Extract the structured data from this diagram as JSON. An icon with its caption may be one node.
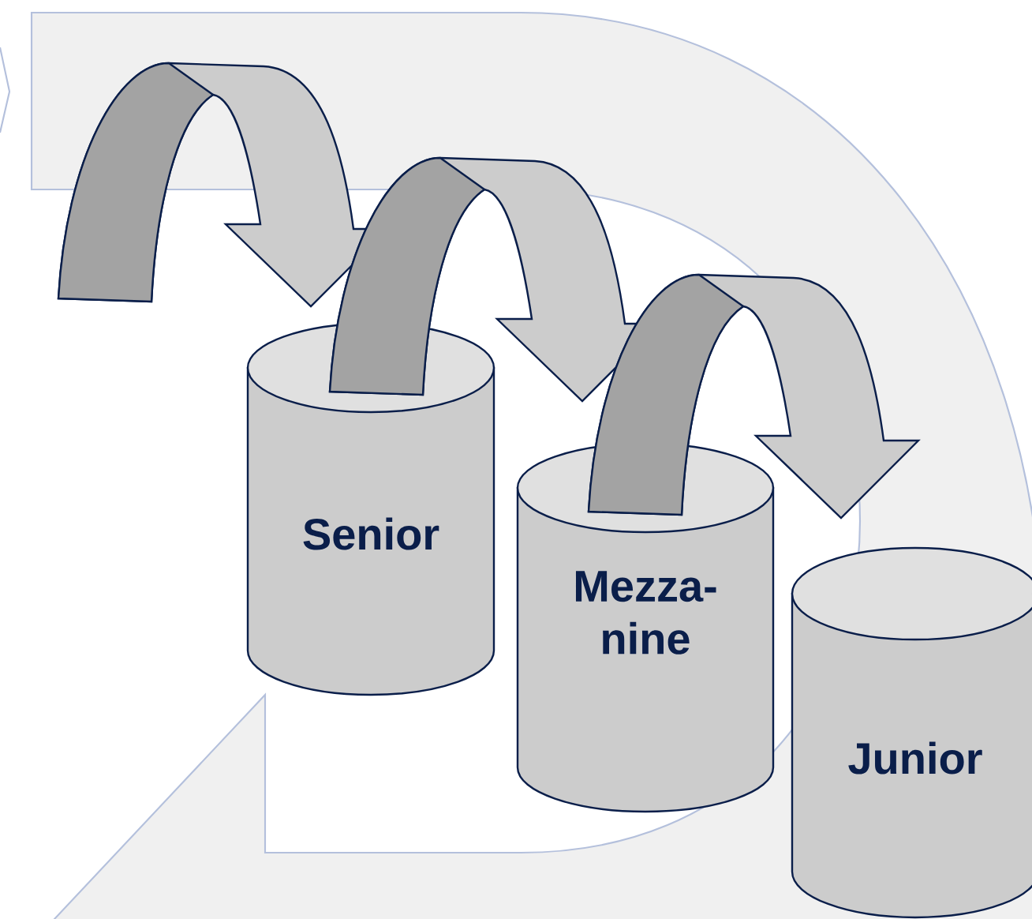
{
  "diagram": {
    "nodes": [
      {
        "text": [
          "Senior"
        ]
      },
      {
        "text": [
          "Mezza- nine"
        ]
      },
      {
        "text": [
          "Junior"
        ]
      }
    ],
    "edges": [
      {
        "from": null,
        "to": 0,
        "arrow": "to"
      },
      {
        "from": 0,
        "to": 1,
        "arrow": "to"
      },
      {
        "from": 1,
        "to": 2,
        "arrow": "to"
      }
    ]
  }
}
